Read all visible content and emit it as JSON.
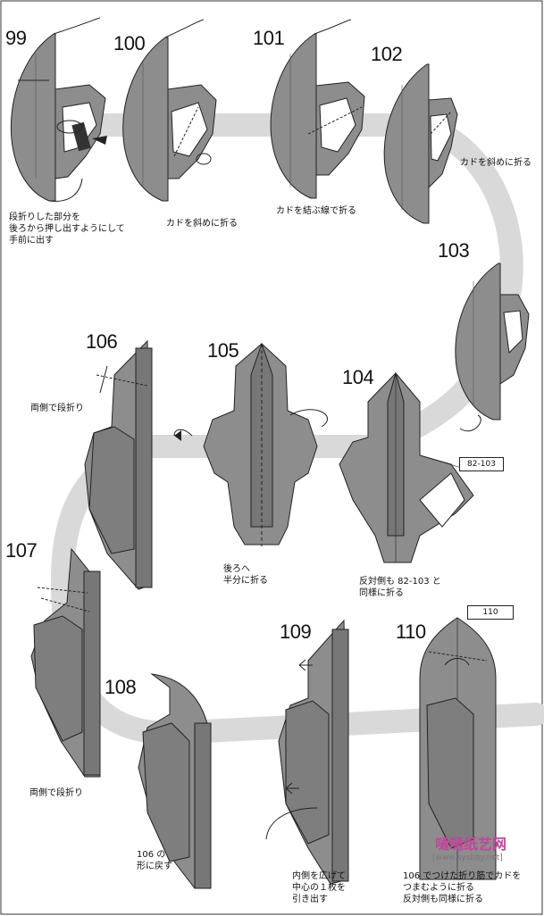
{
  "steps": [
    {
      "num": "99",
      "caption": "段折りした部分を\n後ろから押し出すようにして\n手前に出す"
    },
    {
      "num": "100",
      "caption": "カドを斜めに折る"
    },
    {
      "num": "101",
      "caption": "カドを結ぶ線で折る"
    },
    {
      "num": "102",
      "caption": "カドを斜めに折る"
    },
    {
      "num": "103",
      "caption": ""
    },
    {
      "num": "104",
      "caption": "反対側も 82-103 と\n同様に折る",
      "ref": "82-103"
    },
    {
      "num": "105",
      "caption": "後ろへ\n半分に折る"
    },
    {
      "num": "106",
      "caption": "両側で段折り"
    },
    {
      "num": "107",
      "caption": "両側で段折り"
    },
    {
      "num": "108",
      "caption": "106 の\n形に戻す"
    },
    {
      "num": "109",
      "caption": "内側を広げて\n中心の１枚を\n引き出す"
    },
    {
      "num": "110",
      "caption": "106 でつけた折り筋でカドを\nつまむように折る\n反対側も同様に折る",
      "ref": "110"
    }
  ],
  "watermark": {
    "title": "嗵嗵纸艺网",
    "url": "[www.sysbay.net]"
  },
  "colors": {
    "paper": "#8a8a8a",
    "paper_dark": "#5e5e5e",
    "band": "#d7d7d7",
    "white": "#ffffff"
  }
}
